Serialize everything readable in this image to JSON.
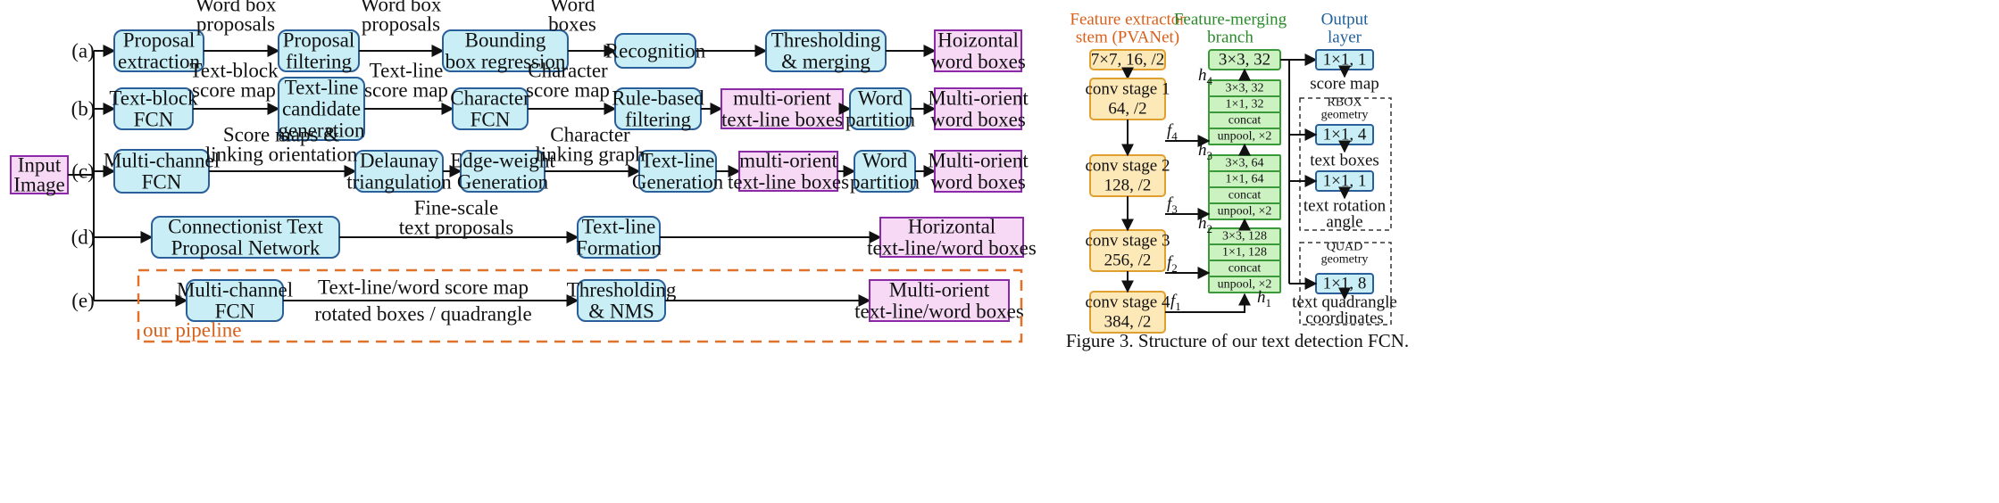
{
  "colors": {
    "stage_fill": "#c9eef6",
    "stage_stroke": "#2a5f9a",
    "output_fill": "#f7d9f6",
    "output_stroke": "#8a2aa8",
    "pipeline_stroke": "#e2722a",
    "extractor_fill": "#fde8b8",
    "extractor_stroke": "#e0a030",
    "merge_fill": "#cdf2c2",
    "merge_stroke": "#3a9a3a",
    "out_fill": "#c9eef6",
    "out_stroke": "#2a5f9a"
  },
  "left": {
    "input_label": [
      "Input",
      "Image"
    ],
    "row_labels": [
      "(a)",
      "(b)",
      "(c)",
      "(d)",
      "(e)"
    ],
    "pipeline_label": "our pipeline",
    "rows": [
      {
        "boxes": [
          [
            "Proposal",
            "extraction"
          ],
          [
            "Proposal",
            "filtering"
          ],
          [
            "Bounding",
            "box regression"
          ],
          [
            "Recognition"
          ],
          [
            "Thresholding",
            "& merging"
          ],
          [
            "Hoizontal",
            "word boxes"
          ]
        ],
        "arrow_labels": [
          [
            "Word box",
            "proposals"
          ],
          [
            "Word box",
            "proposals"
          ],
          [
            "Word",
            "boxes"
          ]
        ]
      },
      {
        "boxes": [
          [
            "Text-block",
            "FCN"
          ],
          [
            "Text-line",
            "candidate",
            "generation"
          ],
          [
            "Character",
            "FCN"
          ],
          [
            "Rule-based",
            "filtering"
          ],
          [
            "multi-orient",
            "text-line boxes"
          ],
          [
            "Word",
            "partition"
          ],
          [
            "Multi-orient",
            "word boxes"
          ]
        ],
        "arrow_labels": [
          [
            "Text-block",
            "score map"
          ],
          [
            "Text-line",
            "score map"
          ],
          [
            "Character",
            "score map"
          ]
        ]
      },
      {
        "boxes": [
          [
            "Multi-channel",
            "FCN"
          ],
          [
            "Delaunay",
            "triangulation"
          ],
          [
            "Edge-weight",
            "Generation"
          ],
          [
            "Text-line",
            "Generation"
          ],
          [
            "multi-orient",
            "text-line boxes"
          ],
          [
            "Word",
            "partition"
          ],
          [
            "Multi-orient",
            "word boxes"
          ]
        ],
        "arrow_labels": [
          [
            "Score maps &",
            "linking orientation"
          ],
          [
            "Character",
            "linking graph"
          ]
        ]
      },
      {
        "boxes": [
          [
            "Connectionist Text",
            "Proposal Network"
          ],
          [
            "Text-line",
            "Formation"
          ],
          [
            "Horizontal",
            "text-line/word boxes"
          ]
        ],
        "arrow_labels": [
          [
            "Fine-scale",
            "text proposals"
          ]
        ]
      },
      {
        "boxes": [
          [
            "Multi-channel",
            "FCN"
          ],
          [
            "Thresholding",
            "& NMS"
          ],
          [
            "Multi-orient",
            "text-line/word boxes"
          ]
        ],
        "arrow_labels": [
          [
            "Text-line/word score map"
          ],
          [
            "rotated boxes / quadrangle"
          ]
        ]
      }
    ]
  },
  "right": {
    "headers": {
      "extractor": [
        "Feature extractor",
        "stem (PVANet)"
      ],
      "merging": [
        "Feature-merging",
        "branch"
      ],
      "output": [
        "Output",
        "layer"
      ]
    },
    "stem_box": "7×7, 16, /2",
    "stages": [
      [
        "conv stage 1",
        "64, /2"
      ],
      [
        "conv stage 2",
        "128, /2"
      ],
      [
        "conv stage 3",
        "256, /2"
      ],
      [
        "conv stage 4",
        "384, /2"
      ]
    ],
    "top_merge_box": "3×3, 32",
    "merge_groups": [
      [
        "3×3, 32",
        "1×1, 32",
        "concat",
        "unpool, ×2"
      ],
      [
        "3×3, 64",
        "1×1, 64",
        "concat",
        "unpool, ×2"
      ],
      [
        "3×3, 128",
        "1×1, 128",
        "concat",
        "unpool, ×2"
      ]
    ],
    "h_labels": [
      "h4",
      "h3",
      "h2",
      "h1"
    ],
    "f_labels": [
      "f4",
      "f3",
      "f2",
      "f1"
    ],
    "score_box": "1×1, 1",
    "score_label": "score map",
    "rbox_title": [
      "RBOX",
      "geometry"
    ],
    "rbox_boxes": [
      "1×1, 4",
      "1×1, 1"
    ],
    "rbox_labels": [
      [
        "text boxes"
      ],
      [
        "text rotation",
        "angle"
      ]
    ],
    "quad_title": [
      "QUAD",
      "geometry"
    ],
    "quad_box": "1×1, 8",
    "quad_label": [
      "text quadrangle",
      "coordinates"
    ],
    "caption": "Figure 3. Structure of our text detection FCN."
  }
}
